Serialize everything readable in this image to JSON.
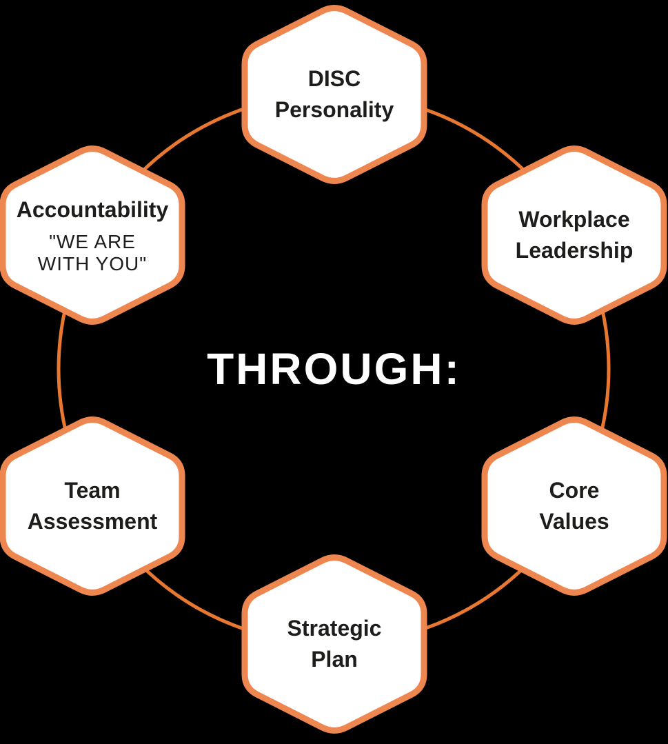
{
  "diagram": {
    "type": "hexagon-cycle",
    "center_label": "THROUGH:"
  },
  "colors": {
    "background": "#000000",
    "hexagon_fill": "#FFFFFF",
    "hexagon_border": "#EE8650",
    "circle_stroke": "#E8772F",
    "node_text": "#1D1D1B",
    "center_text": "#FFFFFF"
  },
  "nodes": [
    {
      "id": "disc-personality",
      "lines": [
        "DISC",
        "Personality"
      ]
    },
    {
      "id": "workplace-leadership",
      "lines": [
        "Workplace",
        "Leadership"
      ]
    },
    {
      "id": "core-values",
      "lines": [
        "Core",
        "Values"
      ]
    },
    {
      "id": "strategic-plan",
      "lines": [
        "Strategic",
        "Plan"
      ]
    },
    {
      "id": "team-assessment",
      "lines": [
        "Team",
        "Assessment"
      ]
    },
    {
      "id": "accountability",
      "lines": [
        "Accountability"
      ],
      "quote": [
        "\"WE ARE",
        "WITH YOU\""
      ]
    }
  ]
}
